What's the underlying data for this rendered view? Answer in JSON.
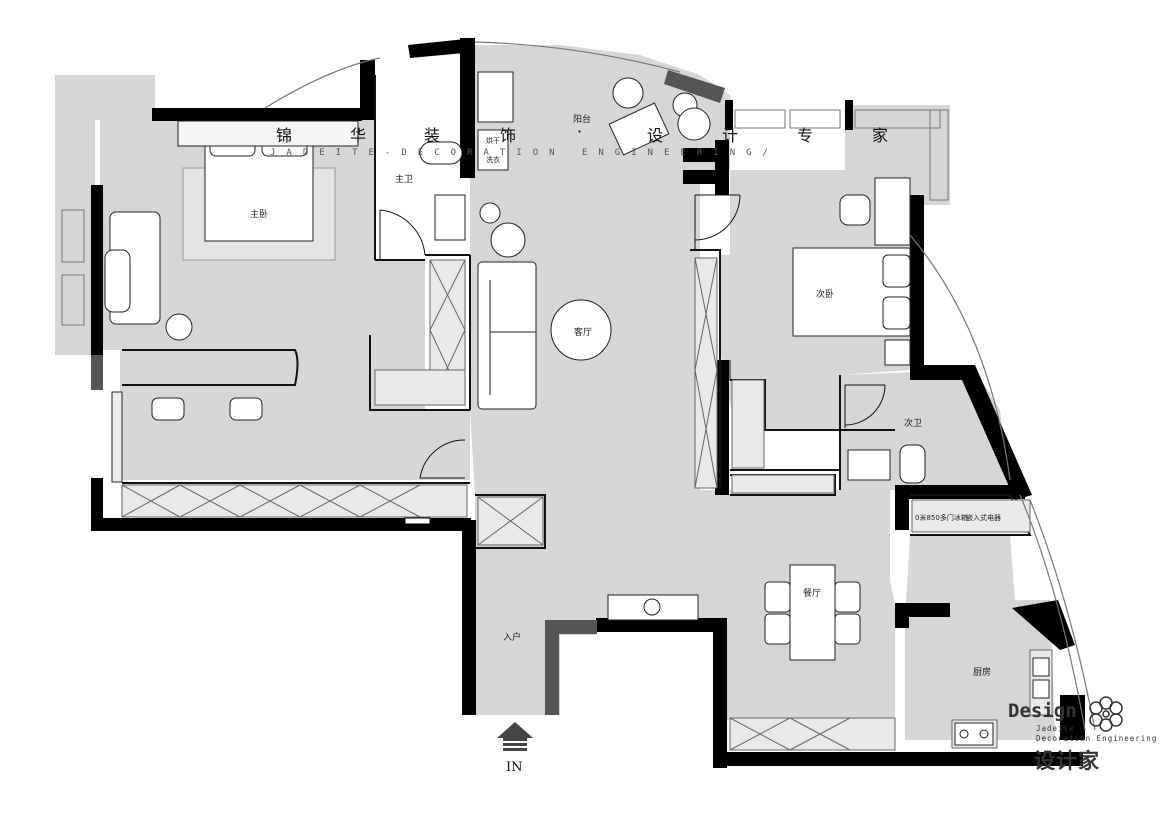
{
  "watermark": {
    "chars": [
      "锦",
      "华",
      "装",
      "饰",
      "·",
      "设",
      "计",
      "专",
      "家"
    ],
    "subtitle": "JADEITE-DECORATION ENGINEERING/"
  },
  "rooms": {
    "master_bedroom": "主卧",
    "master_bath": "主卫",
    "balcony": "阳台",
    "living_room": "客厅",
    "second_bedroom": "次卧",
    "second_bath": "次卫",
    "dining_room": "餐厅",
    "entrance": "入户",
    "kitchen": "厨房"
  },
  "fixtures": {
    "dryer": "烘干",
    "washer": "洗衣",
    "fridge": "0米850多门冰箱",
    "oven": "嵌入式电器"
  },
  "entry_label": "IN",
  "logo": {
    "design": "Design",
    "sub_line1": "Jadeite",
    "sub_line2": "Decoration Engineering",
    "cn": "设计家"
  }
}
